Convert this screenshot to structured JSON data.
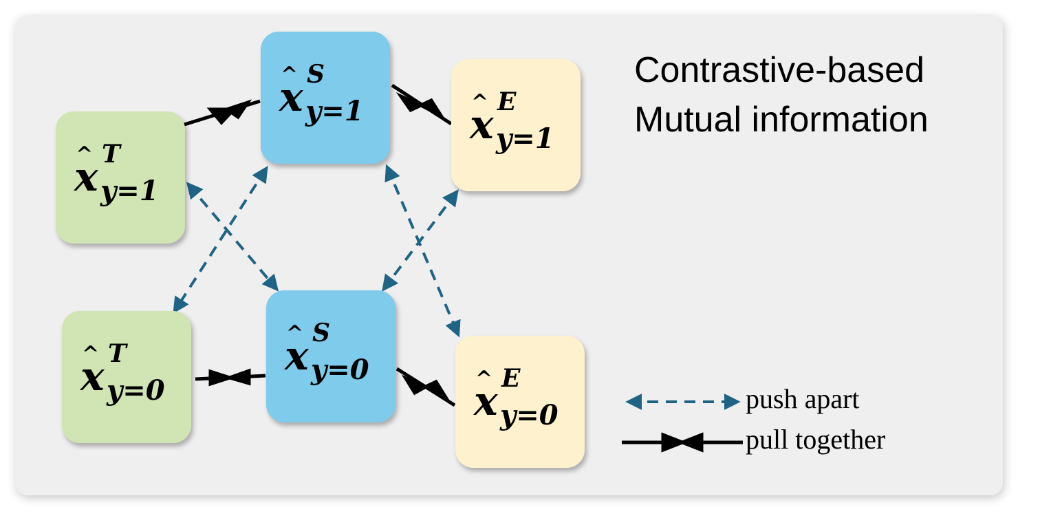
{
  "title": {
    "line1": "Contrastive-based",
    "line2": "Mutual information"
  },
  "nodes": {
    "t1": {
      "base": "x",
      "hat": "^",
      "sup": "T",
      "sub": "y=1",
      "color": "#d1e5b4"
    },
    "s1": {
      "base": "x",
      "hat": "^",
      "sup": "S",
      "sub": "y=1",
      "color": "#7ecbeb"
    },
    "e1": {
      "base": "x",
      "hat": "^",
      "sup": "E",
      "sub": "y=1",
      "color": "#fdf2cd"
    },
    "t0": {
      "base": "x",
      "hat": "^",
      "sup": "T",
      "sub": "y=0",
      "color": "#d1e5b4"
    },
    "s0": {
      "base": "x",
      "hat": "^",
      "sup": "S",
      "sub": "y=0",
      "color": "#7ecbeb"
    },
    "e0": {
      "base": "x",
      "hat": "^",
      "sup": "E",
      "sub": "y=0",
      "color": "#fdf2cd"
    }
  },
  "legend": {
    "push": "push apart",
    "pull": "pull together"
  },
  "colors": {
    "push_arrow": "#1f6485",
    "pull_arrow": "#000000"
  }
}
